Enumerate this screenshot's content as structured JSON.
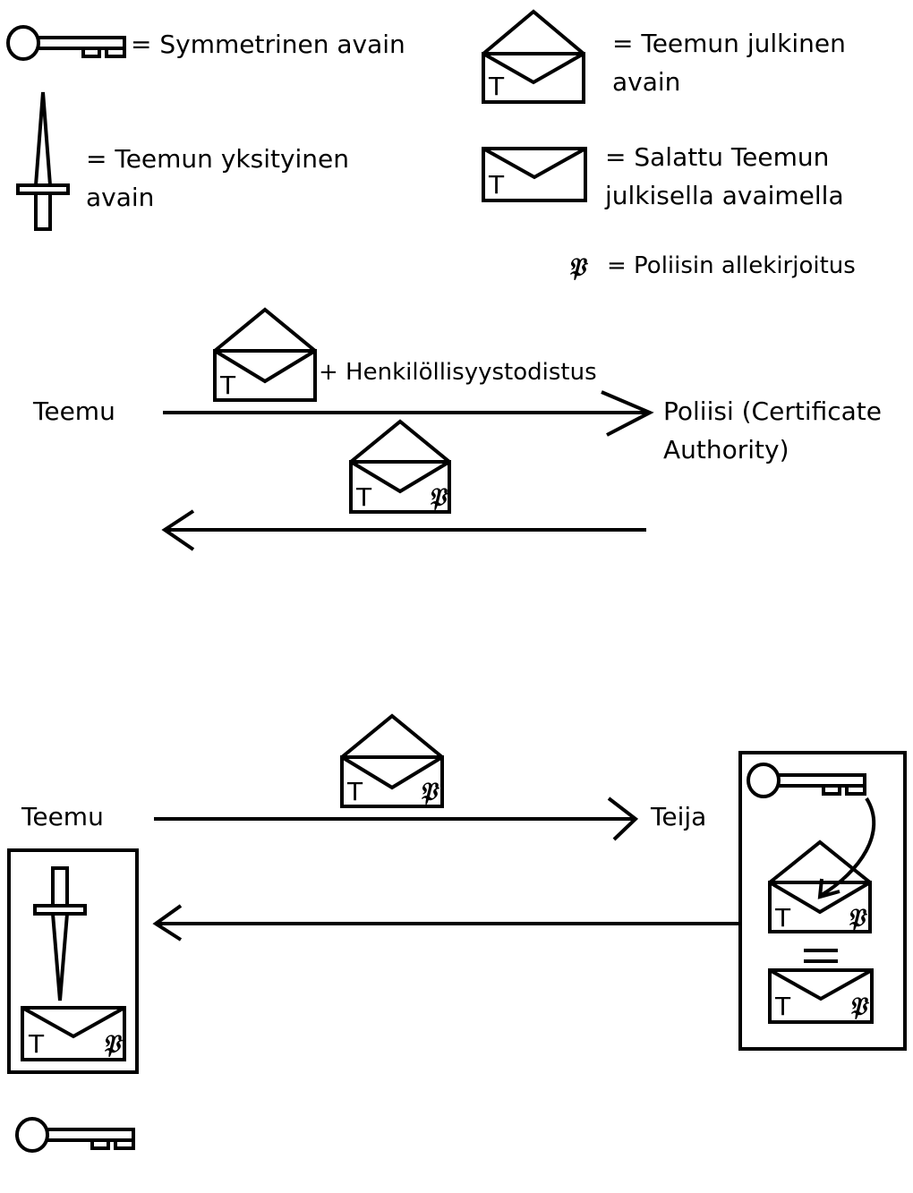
{
  "legend": {
    "symmetric_key": "= Symmetrinen avain",
    "private_key_line1": "= Teemun yksityinen",
    "private_key_line2": "avain",
    "public_key_line1": "= Teemun julkinen",
    "public_key_line2": "avain",
    "encrypted_line1": "= Salattu Teemun",
    "encrypted_line2": "julkisella avaimella",
    "signature_symbol": "𝔓",
    "signature": "= Poliisin allekirjoitus"
  },
  "envelope_letter": "T",
  "signature_mark": "𝔓",
  "scene1": {
    "sender": "Teemu",
    "receiver_line1": "Poliisi (Certificate",
    "receiver_line2": "Authority)",
    "attachment": "+ Henkilöllisyystodistus"
  },
  "scene2": {
    "sender": "Teemu",
    "receiver": "Teija",
    "equals": "="
  }
}
